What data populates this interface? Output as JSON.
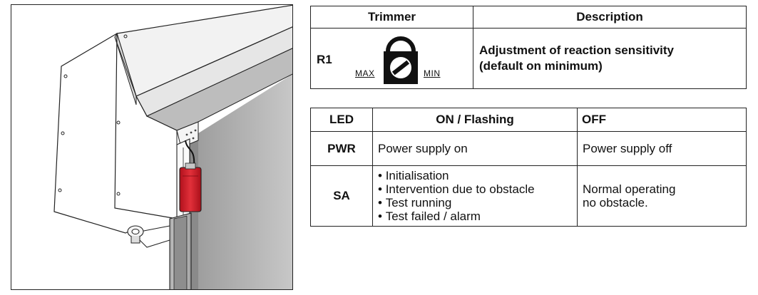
{
  "trimmer_table": {
    "header_trimmer": "Trimmer",
    "header_description": "Description",
    "row": {
      "id": "R1",
      "max_label": "MAX",
      "min_label": "MIN",
      "icon": "trimmer-potentiometer-icon",
      "description_line1": "Adjustment of reaction sensitivity",
      "description_line2": "(default on minimum)"
    }
  },
  "led_table": {
    "header_led": "LED",
    "header_on": "ON / Flashing",
    "header_off": "OFF",
    "rows": [
      {
        "led": "PWR",
        "on": [
          "Power supply on"
        ],
        "off": [
          "Power supply off"
        ]
      },
      {
        "led": "SA",
        "on": [
          "Initialisation",
          "Intervention due to obstacle",
          "Test running",
          "Test failed / alarm"
        ],
        "off": [
          "Normal operating",
          "no obstacle."
        ]
      }
    ]
  },
  "illustration": {
    "icon": "door-installation-illustration",
    "highlight_color": "#d81e2a"
  }
}
